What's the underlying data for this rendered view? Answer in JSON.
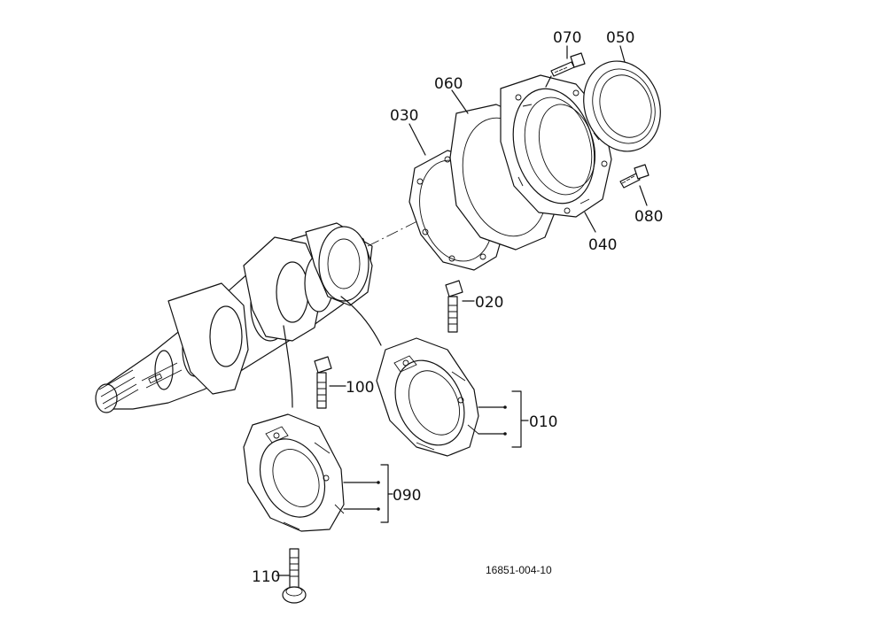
{
  "parts": [
    {
      "id": "p010",
      "label": "010"
    },
    {
      "id": "p020",
      "label": "020"
    },
    {
      "id": "p030",
      "label": "030"
    },
    {
      "id": "p040",
      "label": "040"
    },
    {
      "id": "p050",
      "label": "050"
    },
    {
      "id": "p060",
      "label": "060"
    },
    {
      "id": "p070",
      "label": "070"
    },
    {
      "id": "p080",
      "label": "080"
    },
    {
      "id": "p090",
      "label": "090"
    },
    {
      "id": "p100",
      "label": "100"
    },
    {
      "id": "p110",
      "label": "110"
    }
  ],
  "drawing_number": "16851-004-10"
}
